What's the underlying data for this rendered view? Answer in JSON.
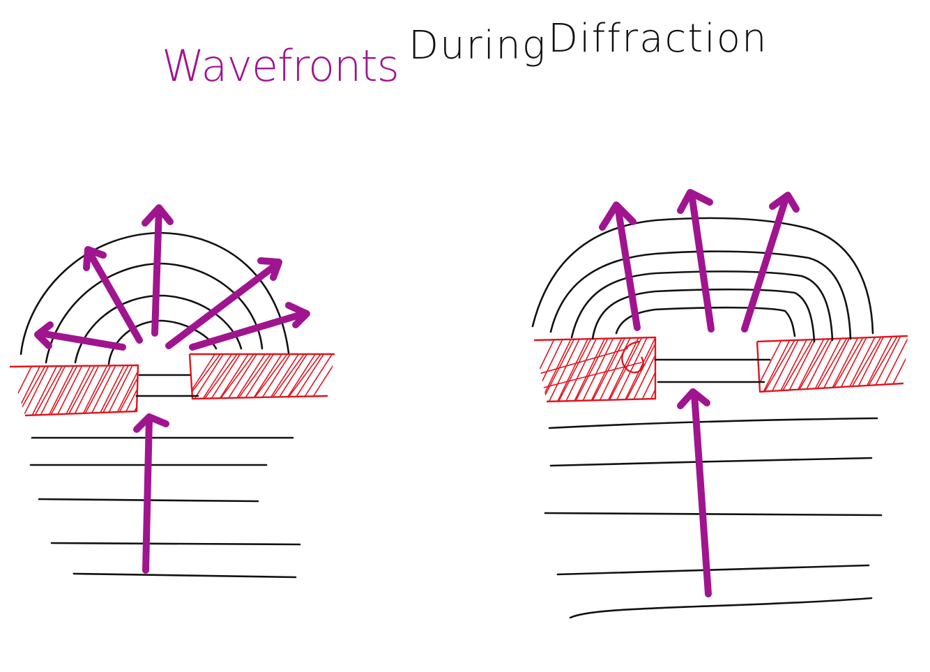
{
  "title": {
    "part1": "Wavefronts",
    "part2": "During",
    "part3": "Diffraction"
  },
  "colors": {
    "accent": "#a0158f",
    "ink": "#111111",
    "barrier": "#e0141e"
  },
  "diagrams": [
    {
      "id": "narrow-gap",
      "gap": "narrow",
      "diffraction": "strong"
    },
    {
      "id": "wide-gap",
      "gap": "wide",
      "diffraction": "slight"
    }
  ]
}
